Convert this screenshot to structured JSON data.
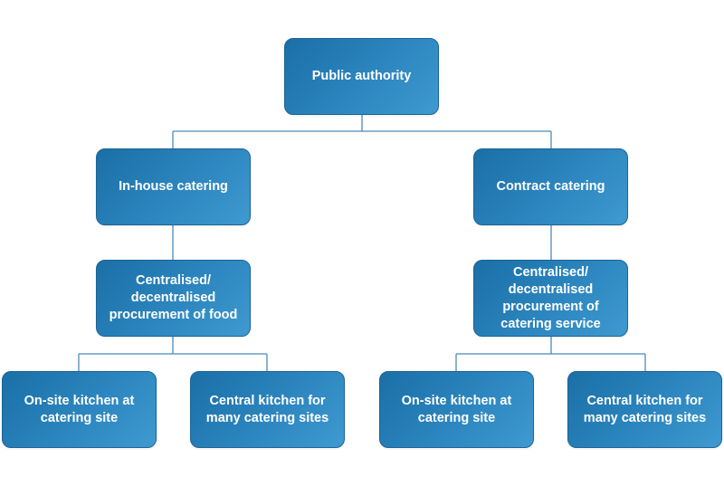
{
  "colors": {
    "node_fill_start": "#1a6fa6",
    "node_fill_end": "#3f9ad0",
    "connector": "#4a8bb8",
    "text": "#ffffff"
  },
  "nodes": {
    "root": "Public authority",
    "in_house": "In-house catering",
    "contract": "Contract catering",
    "procurement_food": "Centralised/\ndecentralised\nprocurement of food",
    "procurement_service": "Centralised/\ndecentralised\nprocurement of\ncatering service",
    "inhouse_onsite": "On-site kitchen at\ncatering site",
    "inhouse_central": "Central kitchen for\nmany catering sites",
    "contract_onsite": "On-site kitchen at\ncatering site",
    "contract_central": "Central kitchen for\nmany catering sites"
  }
}
